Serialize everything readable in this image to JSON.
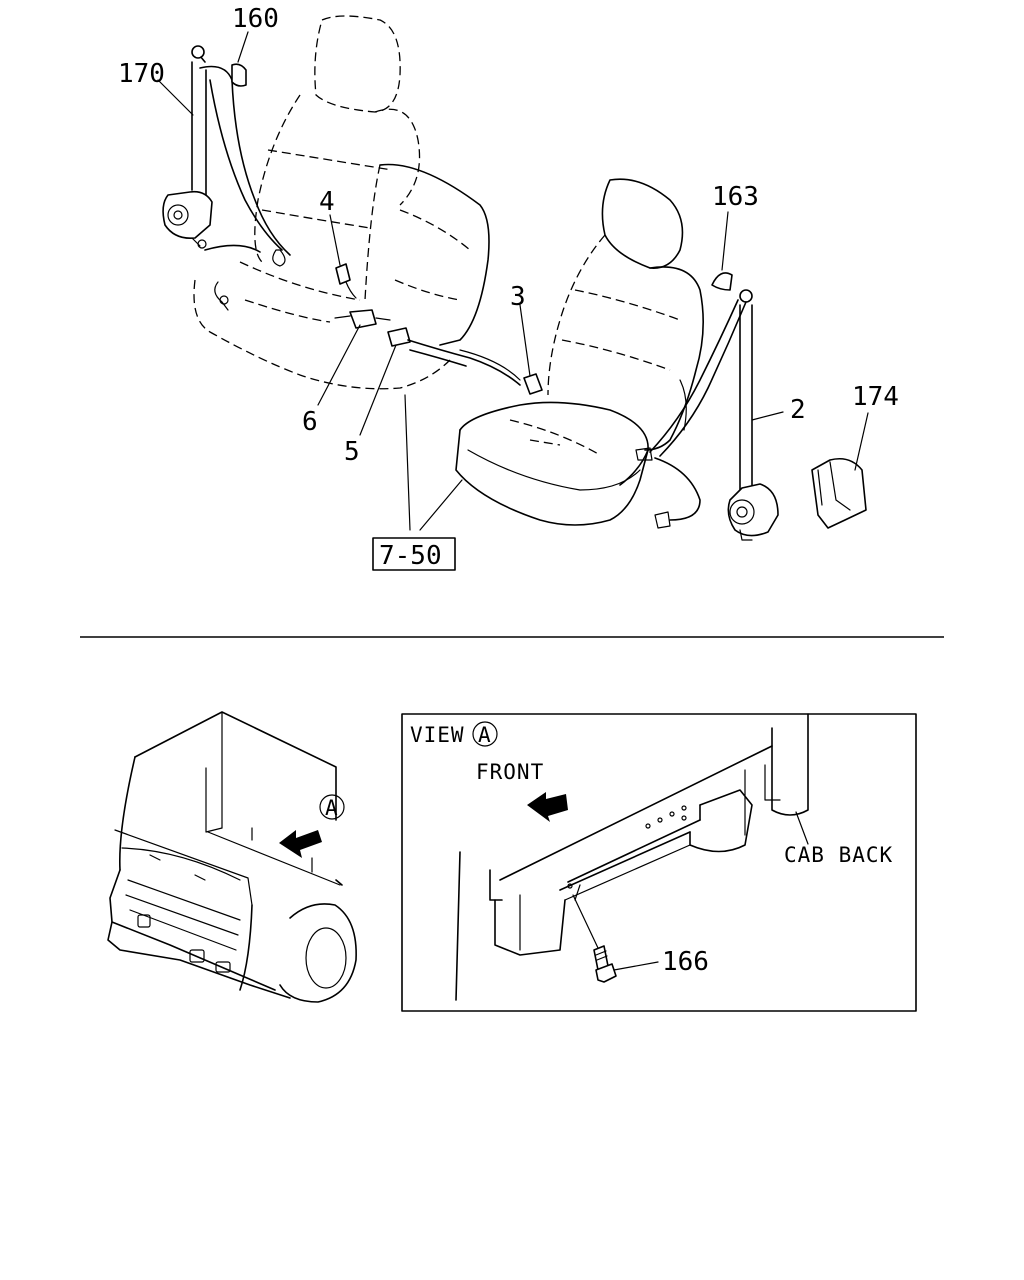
{
  "callouts": {
    "p160": "160",
    "p170": "170",
    "p4": "4",
    "p3": "3",
    "p163": "163",
    "p2": "2",
    "p174": "174",
    "p6": "6",
    "p5": "5",
    "ref": "7-50",
    "p166": "166"
  },
  "view": {
    "title": "VIEW",
    "marker": "A",
    "front": "FRONT",
    "cab_back": "CAB BACK"
  },
  "truck": {
    "marker": "A"
  }
}
